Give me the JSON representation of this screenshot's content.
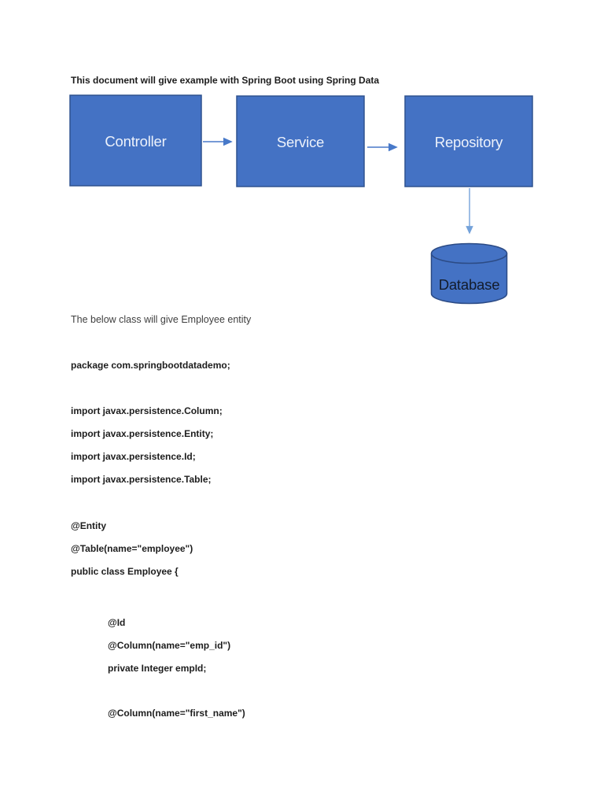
{
  "accent_color": "#4472C4",
  "heading": "This document will give example with Spring Boot using Spring Data",
  "diagram": {
    "nodes": [
      {
        "label": "Controller"
      },
      {
        "label": "Service"
      },
      {
        "label": "Repository"
      }
    ],
    "database": {
      "label": "Database"
    },
    "colors": {
      "box_fill": "#4472C4",
      "box_border": "#2F528F",
      "arrow": "#4879C9",
      "arrow_light": "#74A2DA"
    }
  },
  "body": {
    "intro": "The below class will give Employee entity",
    "code": [
      "package com.springbootdatademo;",
      "import javax.persistence.Column;",
      "import javax.persistence.Entity;",
      "import javax.persistence.Id;",
      "import javax.persistence.Table;",
      "@Entity",
      "@Table(name=\"employee\")",
      "public class Employee {",
      "@Id",
      "@Column(name=\"emp_id\")",
      "private Integer empId;",
      "@Column(name=\"first_name\")"
    ]
  }
}
